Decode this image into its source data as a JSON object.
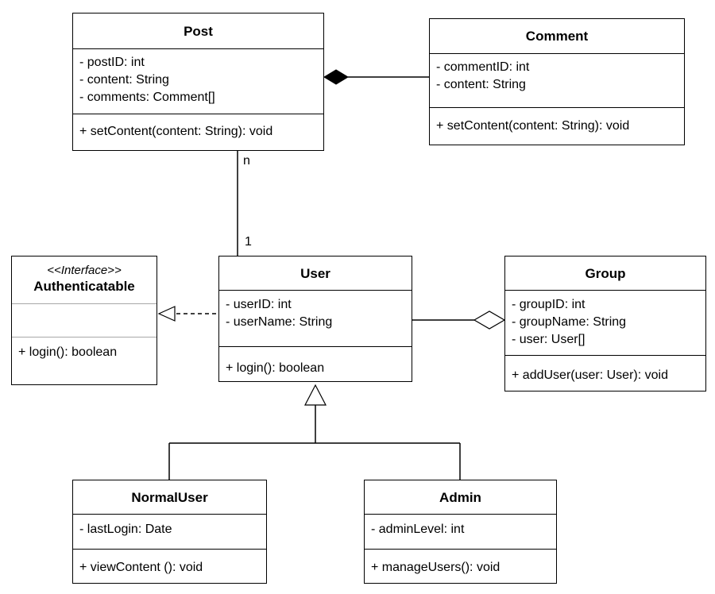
{
  "classes": {
    "post": {
      "name": "Post",
      "attributes": [
        "- postID: int",
        "- content: String",
        "- comments: Comment[]"
      ],
      "methods": [
        "+ setContent(content: String): void"
      ]
    },
    "comment": {
      "name": "Comment",
      "attributes": [
        "- commentID: int",
        "- content: String"
      ],
      "methods": [
        "+ setContent(content: String): void"
      ]
    },
    "authenticatable": {
      "stereotype": "<<Interface>>",
      "name": "Authenticatable",
      "attributes": [],
      "methods": [
        "+ login(): boolean"
      ]
    },
    "user": {
      "name": "User",
      "attributes": [
        "- userID: int",
        "- userName: String"
      ],
      "methods": [
        "+ login(): boolean"
      ]
    },
    "group": {
      "name": "Group",
      "attributes": [
        "- groupID: int",
        "- groupName: String",
        "- user: User[]"
      ],
      "methods": [
        "+ addUser(user: User): void"
      ]
    },
    "normaluser": {
      "name": "NormalUser",
      "attributes": [
        "- lastLogin: Date"
      ],
      "methods": [
        "+ viewContent (): void"
      ]
    },
    "admin": {
      "name": "Admin",
      "attributes": [
        "- adminLevel: int"
      ],
      "methods": [
        "+ manageUsers(): void"
      ]
    }
  },
  "relations": {
    "post_user_post_mult": "n",
    "post_user_user_mult": "1"
  }
}
